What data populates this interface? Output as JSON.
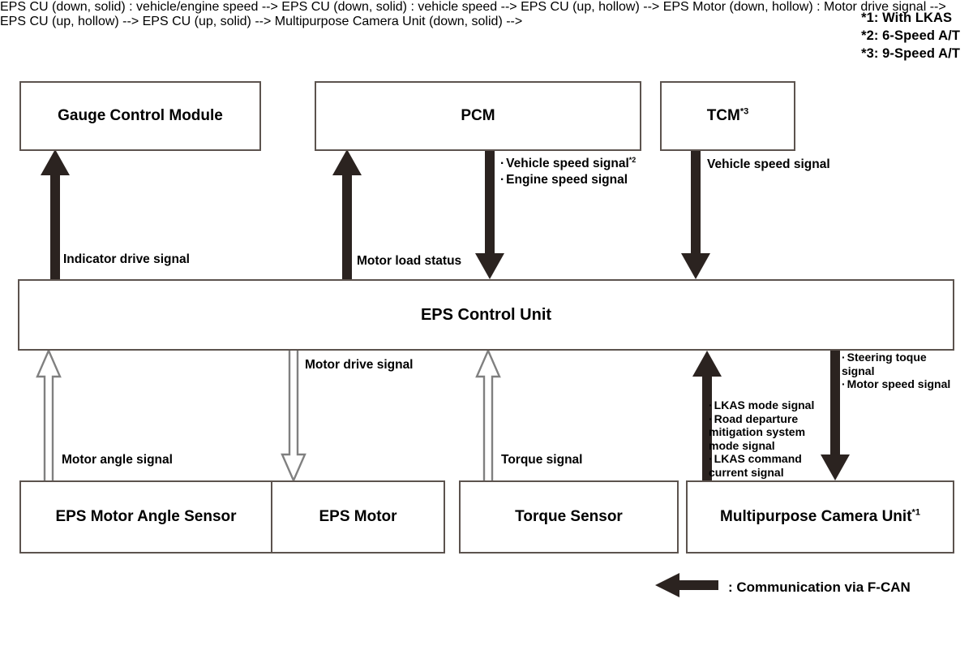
{
  "footnotes": [
    "*1: With LKAS",
    "*2: 6-Speed A/T",
    "*3: 9-Speed A/T"
  ],
  "boxes": {
    "gauge_control_module": "Gauge Control Module",
    "pcm": "PCM",
    "tcm": "TCM",
    "tcm_note": "*3",
    "eps_control_unit": "EPS Control Unit",
    "eps_motor_angle_sensor": "EPS Motor Angle Sensor",
    "eps_motor": "EPS Motor",
    "torque_sensor": "Torque Sensor",
    "multipurpose_camera_unit": "Multipurpose Camera Unit",
    "multipurpose_camera_unit_note": "*1"
  },
  "signals": {
    "indicator_drive": "Indicator drive signal",
    "motor_load_status": "Motor load status",
    "pcm_down_line1": "Vehicle speed signal",
    "pcm_down_line1_note": "*2",
    "pcm_down_line2": "Engine speed signal",
    "tcm_down": "Vehicle speed signal",
    "motor_angle": "Motor angle signal",
    "motor_drive": "Motor drive signal",
    "torque": "Torque signal",
    "camera_up_line1": "LKAS mode signal",
    "camera_up_line2": "Road departure mitigation system mode signal",
    "camera_up_line3": "LKAS command current signal",
    "camera_down_line1": "Steering toque signal",
    "camera_down_line2": "Motor speed signal"
  },
  "legend": {
    "text": ": Communication via F-CAN"
  },
  "colors": {
    "box_border": "#5c534e",
    "arrow_solid": "#2b2320",
    "arrow_hollow_stroke": "#808080",
    "arrow_hollow_fill": "#ffffff",
    "text": "#000000",
    "background": "#ffffff"
  }
}
